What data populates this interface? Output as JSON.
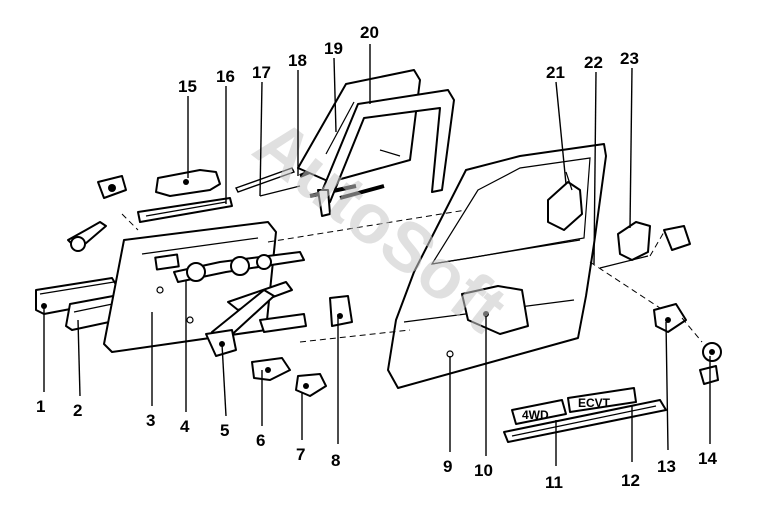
{
  "diagram": {
    "callouts": [
      "1",
      "2",
      "3",
      "4",
      "5",
      "6",
      "7",
      "8",
      "9",
      "10",
      "11",
      "12",
      "13",
      "14",
      "15",
      "16",
      "17",
      "18",
      "19",
      "20",
      "21",
      "22",
      "23"
    ],
    "badge_text_left": "4WD",
    "badge_text_right": "ECVT",
    "watermark": "AutoSoft"
  },
  "colors": {
    "line": "#000000",
    "background": "#ffffff",
    "watermark": "#c8c8c8"
  }
}
